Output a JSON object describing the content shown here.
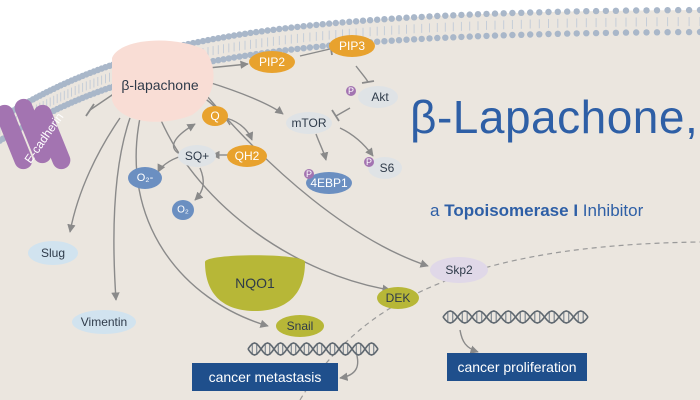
{
  "title": "β-Lapachone,",
  "subtitle": {
    "prefix": "a",
    "bold": "Topoisomerase I",
    "suffix": "Inhibitor"
  },
  "nodes": {
    "lapachone": "β-lapachone",
    "ecadherin": "E-cadherin",
    "pip2": "PIP2",
    "pip3": "PIP3",
    "akt": "Akt",
    "mtor": "mTOR",
    "s6": "S6",
    "ebp1": "4EBP1",
    "q": "Q",
    "sq": "SQ+",
    "qh2": "QH2",
    "o2minus": "O₂-",
    "o2": "O₂",
    "slug": "Slug",
    "vimentin": "Vimentin",
    "nqo1": "NQO1",
    "snail": "Snail",
    "dek": "DEK",
    "skp2": "Skp2"
  },
  "phospho_label": "P",
  "outcomes": {
    "metastasis": "cancer metastasis",
    "proliferation": "cancer proliferation"
  },
  "colors": {
    "background": "#ebe6df",
    "membrane_dots": "#a9b7c9",
    "orange": "#e8a22e",
    "gray": "#dfe3e6",
    "blue": "#6b8fc1",
    "light_blue": "#d1e3ef",
    "olive": "#b7b737",
    "lavender": "#e0d8e8",
    "purple": "#a374b1",
    "peach": "#f9ddd5",
    "navy": "#1f4f8c",
    "title": "#2e5fa6",
    "arrow": "#8a8a8a"
  }
}
